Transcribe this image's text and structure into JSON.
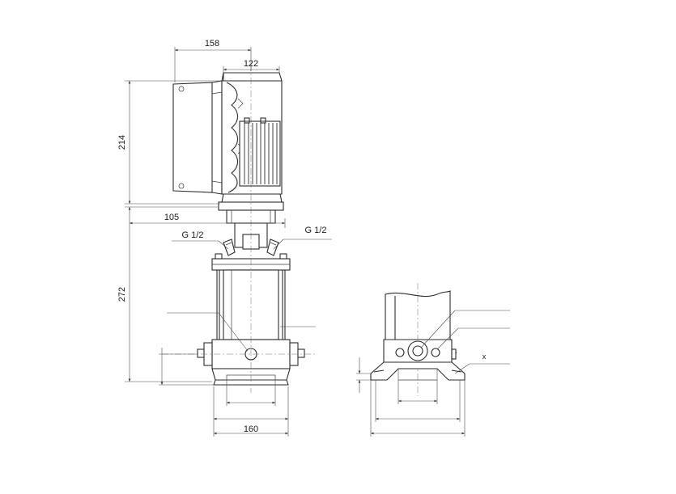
{
  "drawing": {
    "dimensions": {
      "motor_box_width": "158",
      "motor_width": "122",
      "motor_height": "214",
      "flange_offset": "105",
      "pump_height": "272",
      "base_width": "160"
    },
    "labels": {
      "gauge_port_left": "G 1/2",
      "gauge_port_right": "G 1/2",
      "side_view_marker": "x"
    },
    "colors": {
      "line": "#2b2b2b",
      "background": "#ffffff"
    }
  }
}
